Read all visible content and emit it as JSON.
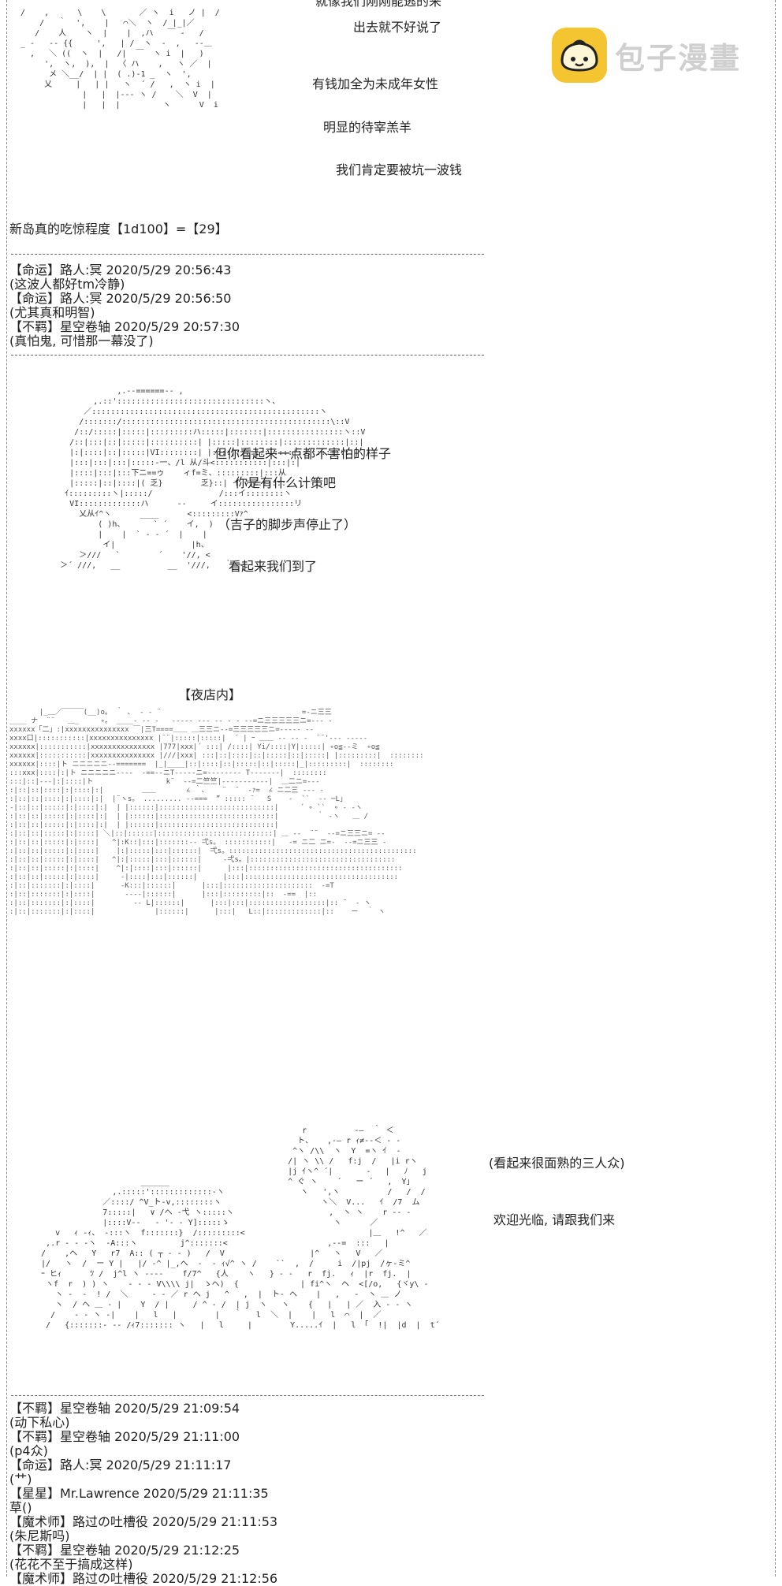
{
  "watermark": {
    "site_name": "包子漫畫"
  },
  "top_art_lines": [
    "就像我们刚刚能逃的来",
    "出去就不好说了",
    "有钱加全为未成年女性",
    "明显的待宰羔羊",
    "我们肯定要被坑一波钱"
  ],
  "roll_line": "新岛真的吃惊程度【1d100】=【29】",
  "comments_1": [
    "【命运】路人:冥 2020/5/29 20:56:43",
    "(这波人都好tm冷静)",
    "【命运】路人:冥 2020/5/29 20:56:50",
    "(尤其真和明智)",
    "【不羁】星空卷轴 2020/5/29 20:57:30",
    "(真怕鬼, 可惜那一幕没了)"
  ],
  "face_lines": [
    "但你看起来一点都不害怕的样子",
    "你是有什么计策吧",
    "（吉子的脚步声停止了）",
    "看起来我们到了"
  ],
  "scene_label": "【夜店内】",
  "group_lines": [
    "(看起来很面熟的三人众)",
    "欢迎光临, 请跟我们来"
  ],
  "comments_2": [
    "【不羁】星空卷轴 2020/5/29 21:09:54",
    "(动下私心)",
    "【不羁】星空卷轴 2020/5/29 21:11:00",
    "(p4众)",
    "【命运】路人:冥 2020/5/29 21:11:17",
    "(艹)",
    "【星星】Mr.Lawrence 2020/5/29 21:11:35",
    "草()",
    "【魔术师】路过の吐槽役 2020/5/29 21:11:53",
    "(朱尼斯吗)",
    "【不羁】星空卷轴 2020/5/29 21:12:25",
    "(花花不至于搞成这样)",
    "【魔术师】路过の吐槽役 2020/5/29 21:12:56"
  ]
}
